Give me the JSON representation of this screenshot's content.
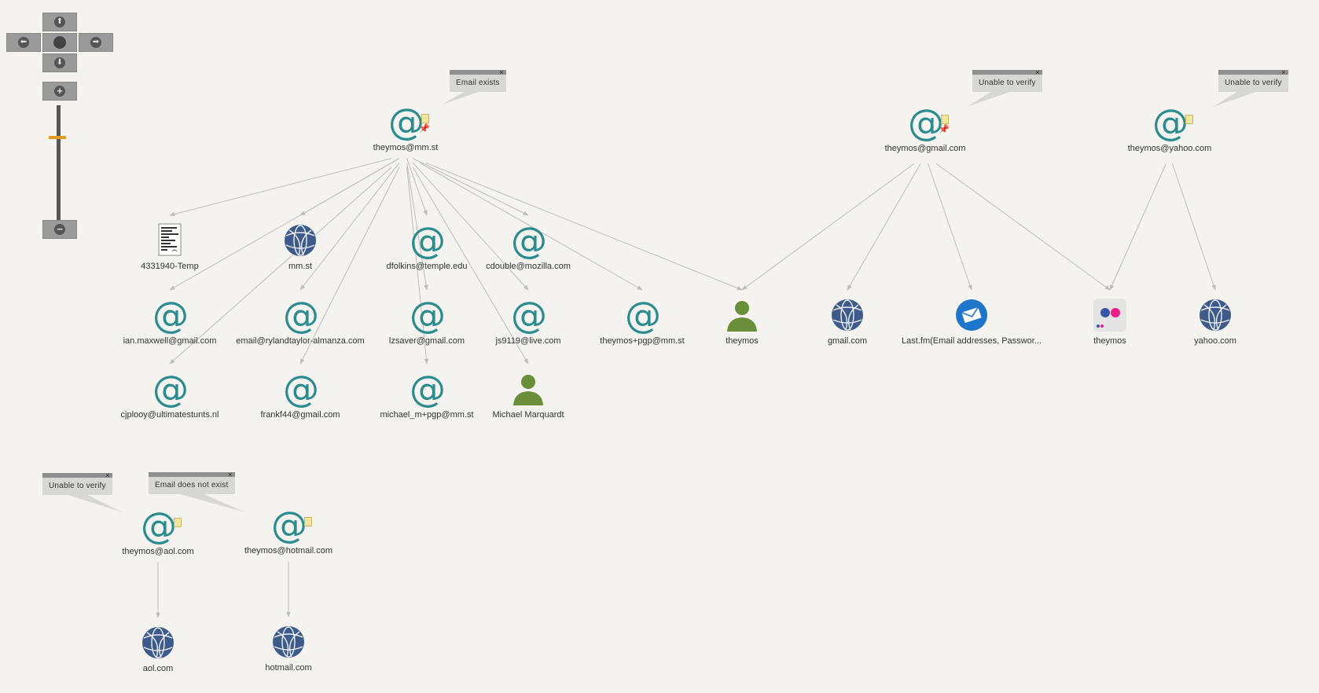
{
  "controls": {
    "pan_up_glyph": "⬆",
    "pan_left_glyph": "⬅",
    "pan_right_glyph": "➡",
    "pan_down_glyph": "⬇",
    "zoom_in_glyph": "+",
    "zoom_out_glyph": "−",
    "zoom_level_fraction": 0.72
  },
  "colors": {
    "email_icon": "#2b8b8e",
    "domain_icon": "#3d5a8a",
    "person_icon": "#6b8e3a",
    "service_icon": "#1d76c9",
    "flickr_blue": "#3a54a6",
    "flickr_pink": "#ee1d8c",
    "edge": "#bdbdbd",
    "callout_bg": "#d7d7d5",
    "callout_header": "#8f8f8f"
  },
  "nodes": [
    {
      "id": "n1",
      "type": "email",
      "label": "theymos@mm.st",
      "note": true,
      "pin": true
    },
    {
      "id": "n2",
      "type": "email",
      "label": "theymos@gmail.com",
      "note": true,
      "pin": true
    },
    {
      "id": "n3",
      "type": "email",
      "label": "theymos@yahoo.com",
      "note": true,
      "pin": false
    },
    {
      "id": "n4",
      "type": "document",
      "label": "4331940-Temp"
    },
    {
      "id": "n5",
      "type": "domain",
      "label": "mm.st"
    },
    {
      "id": "n6",
      "type": "email",
      "label": "dfolkins@temple.edu"
    },
    {
      "id": "n7",
      "type": "email",
      "label": "cdouble@mozilla.com"
    },
    {
      "id": "n8",
      "type": "email",
      "label": "ian.maxwell@gmail.com"
    },
    {
      "id": "n9",
      "type": "email",
      "label": "email@rylandtaylor-almanza.com"
    },
    {
      "id": "n10",
      "type": "email",
      "label": "lzsaver@gmail.com"
    },
    {
      "id": "n11",
      "type": "email",
      "label": "js9119@live.com"
    },
    {
      "id": "n12",
      "type": "email",
      "label": "theymos+pgp@mm.st"
    },
    {
      "id": "n13",
      "type": "person",
      "label": "theymos"
    },
    {
      "id": "n14",
      "type": "domain",
      "label": "gmail.com"
    },
    {
      "id": "n15",
      "type": "service",
      "label": "Last.fm(Email addresses, Passwor..."
    },
    {
      "id": "n16",
      "type": "flickr",
      "label": "theymos"
    },
    {
      "id": "n17",
      "type": "domain",
      "label": "yahoo.com"
    },
    {
      "id": "n18",
      "type": "email",
      "label": "cjplooy@ultimatestunts.nl"
    },
    {
      "id": "n19",
      "type": "email",
      "label": "frankf44@gmail.com"
    },
    {
      "id": "n20",
      "type": "email",
      "label": "michael_m+pgp@mm.st"
    },
    {
      "id": "n21",
      "type": "person",
      "label": "Michael Marquardt"
    },
    {
      "id": "n22",
      "type": "email",
      "label": "theymos@aol.com",
      "note": true,
      "pin": false
    },
    {
      "id": "n23",
      "type": "email",
      "label": "theymos@hotmail.com",
      "note": true,
      "pin": false
    },
    {
      "id": "n24",
      "type": "domain",
      "label": "aol.com"
    },
    {
      "id": "n25",
      "type": "domain",
      "label": "hotmail.com"
    }
  ],
  "edges": [
    [
      "n1",
      "n4"
    ],
    [
      "n1",
      "n5"
    ],
    [
      "n1",
      "n6"
    ],
    [
      "n1",
      "n7"
    ],
    [
      "n1",
      "n8"
    ],
    [
      "n1",
      "n9"
    ],
    [
      "n1",
      "n10"
    ],
    [
      "n1",
      "n11"
    ],
    [
      "n1",
      "n12"
    ],
    [
      "n1",
      "n13"
    ],
    [
      "n1",
      "n18"
    ],
    [
      "n1",
      "n19"
    ],
    [
      "n1",
      "n20"
    ],
    [
      "n1",
      "n21"
    ],
    [
      "n2",
      "n13"
    ],
    [
      "n2",
      "n14"
    ],
    [
      "n2",
      "n15"
    ],
    [
      "n2",
      "n16"
    ],
    [
      "n3",
      "n16"
    ],
    [
      "n3",
      "n17"
    ],
    [
      "n22",
      "n24"
    ],
    [
      "n23",
      "n25"
    ]
  ],
  "callouts": [
    {
      "id": "c1",
      "text": "Email exists",
      "node": "n1"
    },
    {
      "id": "c2",
      "text": "Unable to verify",
      "node": "n2"
    },
    {
      "id": "c3",
      "text": "Unable to verify",
      "node": "n3"
    },
    {
      "id": "c4",
      "text": "Unable to verify",
      "node": "n22"
    },
    {
      "id": "c5",
      "text": "Email does not exist",
      "node": "n23"
    }
  ],
  "callout_close_glyph": "×",
  "pin_glyph": "📌"
}
